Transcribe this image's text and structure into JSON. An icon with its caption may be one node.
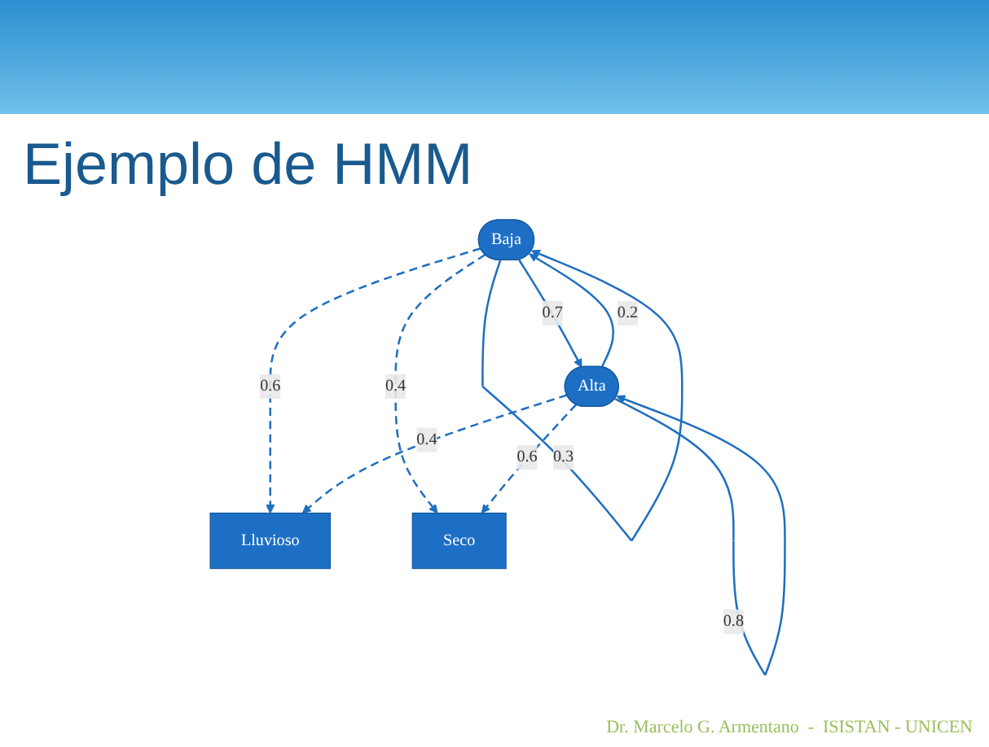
{
  "diagram": {
    "title": "Ejemplo de HMM",
    "caption": "Dr. Marcelo G. Armentano  -  ISISTAN - UNICEN",
    "nodes": [
      {
        "text": [
          "Baja"
        ]
      },
      {
        "text": [
          "Alta"
        ]
      },
      {
        "text": [
          "Lluvioso"
        ]
      },
      {
        "text": [
          "Seco"
        ]
      }
    ],
    "edges": [
      {
        "from": 0,
        "to": 0,
        "arrow": "to",
        "label": "0.3"
      },
      {
        "from": 0,
        "to": 1,
        "arrow": "to",
        "label": "0.7"
      },
      {
        "from": 1,
        "to": 0,
        "arrow": "to",
        "label": "0.2"
      },
      {
        "from": 1,
        "to": 1,
        "arrow": "to",
        "label": "0.8"
      },
      {
        "from": 0,
        "to": 2,
        "arrow": "to",
        "label": "0.6",
        "style": "dashed"
      },
      {
        "from": 1,
        "to": 2,
        "arrow": "to",
        "label": "0.4",
        "style": "dashed"
      },
      {
        "from": 0,
        "to": 3,
        "arrow": "to",
        "label": "0.4",
        "style": "dashed"
      },
      {
        "from": 1,
        "to": 3,
        "arrow": "to",
        "label": "0.6",
        "style": "dashed"
      }
    ]
  }
}
